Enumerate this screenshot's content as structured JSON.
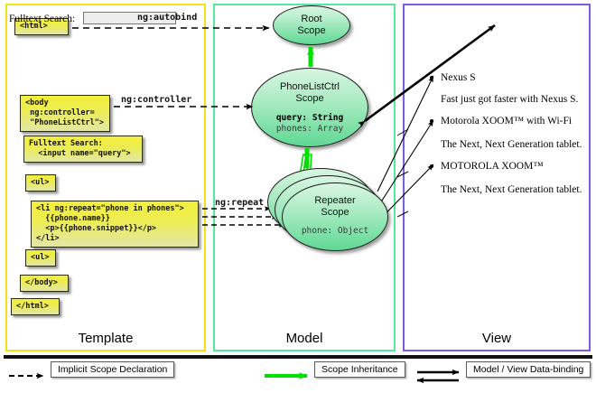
{
  "columns": [
    {
      "id": "template",
      "label": "Template",
      "border_color": "#f2e318"
    },
    {
      "id": "model",
      "label": "Model",
      "border_color": "#55e8a0"
    },
    {
      "id": "view",
      "label": "View",
      "border_color": "#7a5ce8"
    }
  ],
  "template": {
    "boxes": [
      {
        "name": "html-open-box",
        "text": "<html>"
      },
      {
        "name": "body-box",
        "text": "<body\n ng:controller=\n \"PhoneListCtrl\">"
      },
      {
        "name": "search-box",
        "text": "Fulltext Search:\n  <input name=\"query\">"
      },
      {
        "name": "ul-open-box",
        "text": "<ul>"
      },
      {
        "name": "li-repeat-box",
        "text": "<li ng:repeat=\"phone in phones\">\n  {{phone.name}}\n  <p>{{phone.snippet}}</p>\n</li>"
      },
      {
        "name": "ul-close-box",
        "text": "<ul>"
      },
      {
        "name": "body-close-box",
        "text": "</body>"
      },
      {
        "name": "html-close-box",
        "text": "</html>"
      }
    ]
  },
  "model": {
    "scopes": [
      {
        "name": "root-scope",
        "title": "Root\nScope",
        "props": []
      },
      {
        "name": "phonelistctrl-scope",
        "title": "PhoneListCtrl\nScope",
        "props": [
          {
            "text": "query: String",
            "bold": true
          },
          {
            "text": "phones: Array",
            "bold": false
          }
        ]
      },
      {
        "name": "repeater-scope",
        "title": "Repeater\nScope",
        "props": [
          {
            "text": "phone: Object",
            "bold": false
          }
        ]
      }
    ]
  },
  "view": {
    "search_label": "Fulltext Search:",
    "search_value": "",
    "items": [
      {
        "name": "Nexus S",
        "snippet": "Fast just got faster with Nexus S."
      },
      {
        "name": "Motorola XOOM™  with Wi-Fi",
        "snippet": "The Next, Next Generation tablet."
      },
      {
        "name": "MOTOROLA XOOM™",
        "snippet": "The Next, Next Generation tablet."
      }
    ]
  },
  "edge_labels": [
    {
      "name": "ng-autobind-label",
      "text": "ng:autobind"
    },
    {
      "name": "ng-controller-label",
      "text": "ng:controller"
    },
    {
      "name": "ng-repeat-label",
      "text": "ng:repeat"
    }
  ],
  "legend": [
    {
      "name": "legend-implicit-scope",
      "label": "Implicit Scope Declaration",
      "arrow": "dashed-black"
    },
    {
      "name": "legend-scope-inherit",
      "label": "Scope Inheritance",
      "arrow": "solid-green"
    },
    {
      "name": "legend-data-binding",
      "label": "Model / View Data-binding",
      "arrow": "double-black"
    }
  ],
  "colors": {
    "template_border": "#f2e318",
    "model_border": "#55e8a0",
    "view_border": "#7a5ce8",
    "inheritance_arrow": "#00e000",
    "code_box_fill": "#ecec55",
    "scope_fill": "#8fe6b4"
  }
}
